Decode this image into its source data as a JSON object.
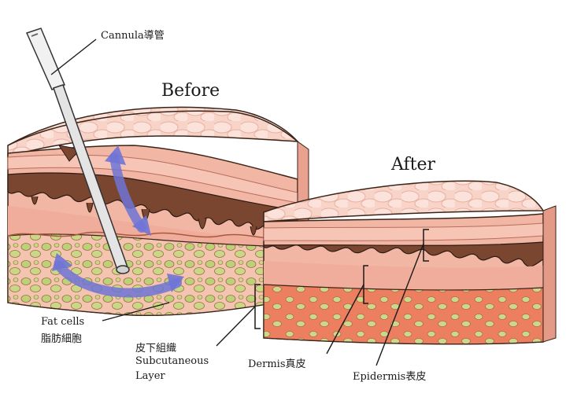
{
  "labels": {
    "before": "Before",
    "after": "After",
    "cannula": "Cannula導管",
    "fat_cells_en": "Fat cells",
    "fat_cells_zh": "脂肪細胞",
    "subcut_zh": "皮下組織",
    "subcut_en1": "Subcutaneous",
    "subcut_en2": "Layer",
    "dermis": "Dermis真皮",
    "epidermis": "Epidermis表皮"
  },
  "colors": {
    "epidermis_top": "#f7d2c6",
    "epidermis_face": "#f3b8a6",
    "dermis_brown": "#7a4630",
    "dermis_pink": "#f2b3a3",
    "fat_layer_before": "#f4c9b6",
    "fat_layer_after": "#ec7f5e",
    "fat_cell_green": "#bccf74",
    "arrow_blue": "#6f74d6",
    "cannula_gray": "#e8e8e8",
    "outline": "#2b1a14"
  }
}
